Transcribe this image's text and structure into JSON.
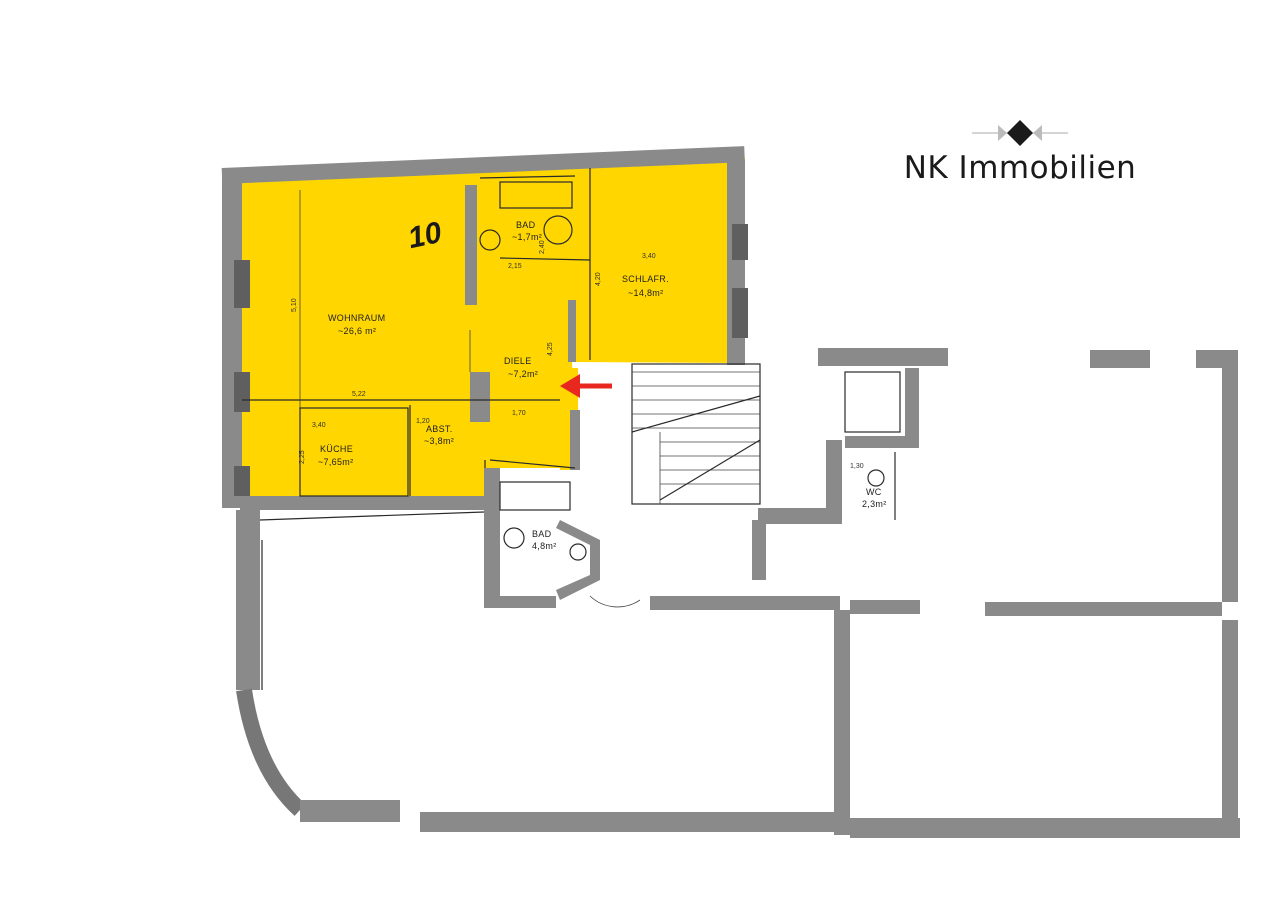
{
  "brand": {
    "name": "NK Immobilien",
    "icon": "diamond-logo-icon"
  },
  "unit": {
    "number": "10",
    "highlight_color": "#ffd600"
  },
  "rooms": {
    "bad_top": {
      "name": "BAD",
      "area": "~1,7m²"
    },
    "schlafr": {
      "name": "SCHLAFR.",
      "area": "~14,8m²"
    },
    "wohnraum": {
      "name": "WOHNRAUM",
      "area": "~26,6 m²"
    },
    "diele": {
      "name": "DIELE",
      "area": "~7,2m²"
    },
    "abst": {
      "name": "ABST.",
      "area": "~3,8m²"
    },
    "kueche": {
      "name": "KÜCHE",
      "area": "~7,65m²"
    },
    "bad_lower": {
      "name": "BAD",
      "area": "4,8m²"
    },
    "wc": {
      "name": "WC",
      "area": "2,3m²"
    }
  },
  "dimensions": {
    "d340_top": "3,40",
    "d420": "4,20",
    "d510": "5,10",
    "d522": "5,22",
    "d340_left": "3,40",
    "d120": "1,20",
    "d170": "1,70",
    "d215": "2,15",
    "d240": "2,40",
    "d225": "2,25",
    "d425": "4,25",
    "d130": "1,30"
  },
  "entrance_arrow": {
    "icon": "entrance-arrow-icon",
    "color": "#e8281e"
  }
}
